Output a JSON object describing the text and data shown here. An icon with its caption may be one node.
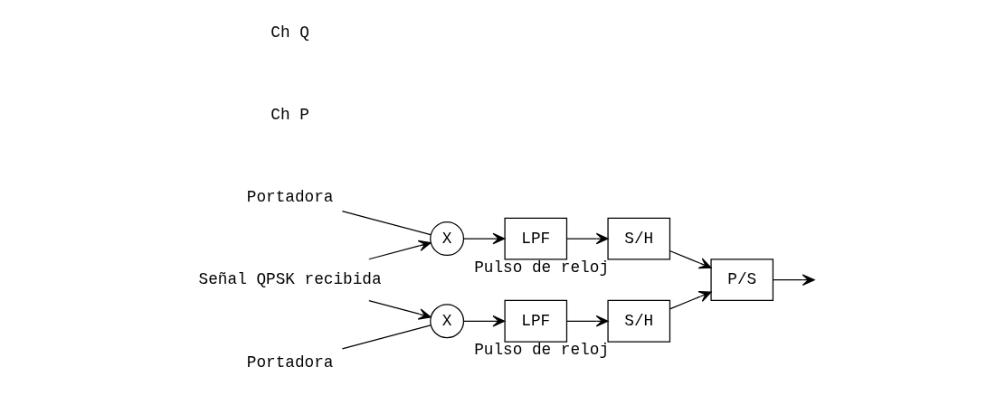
{
  "diagram": {
    "nodes": [
      {
        "text": [
          "Señal QPSK recibida"
        ]
      },
      {
        "text": [
          "X"
        ]
      },
      {
        "text": [
          "LPF"
        ]
      },
      {
        "text": [
          "S/H"
        ],
        "beside": [
          "Pulso de reloj"
        ]
      },
      {
        "text": [
          "X"
        ]
      },
      {
        "text": [
          "LPF"
        ]
      },
      {
        "text": [
          "S/H"
        ],
        "beside": [
          "Pulso de reloj"
        ]
      },
      {
        "text": [
          "P/S"
        ]
      },
      {
        "text": [
          "Portadora"
        ]
      },
      {
        "text": [
          "Portadora"
        ]
      }
    ],
    "edges": [
      {
        "from": 0,
        "to": 1,
        "arrow": "to"
      },
      {
        "from": 0,
        "to": 4,
        "arrow": "to"
      },
      {
        "from": 1,
        "to": 2,
        "arrow": "to"
      },
      {
        "from": 2,
        "to": 3,
        "arrow": "to"
      },
      {
        "from": 3,
        "to": 7,
        "arrow": "to"
      },
      {
        "from": 4,
        "to": 5,
        "arrow": "to"
      },
      {
        "from": 5,
        "to": 6,
        "arrow": "to"
      },
      {
        "from": 6,
        "to": 7,
        "arrow": "to"
      },
      {
        "from": 7,
        "to": null,
        "arrow": "to"
      },
      {
        "from": 8,
        "to": 1,
        "arrow": "none"
      },
      {
        "from": 9,
        "to": 4,
        "arrow": "none"
      }
    ],
    "labels": [
      "Ch P",
      "Ch Q"
    ]
  }
}
